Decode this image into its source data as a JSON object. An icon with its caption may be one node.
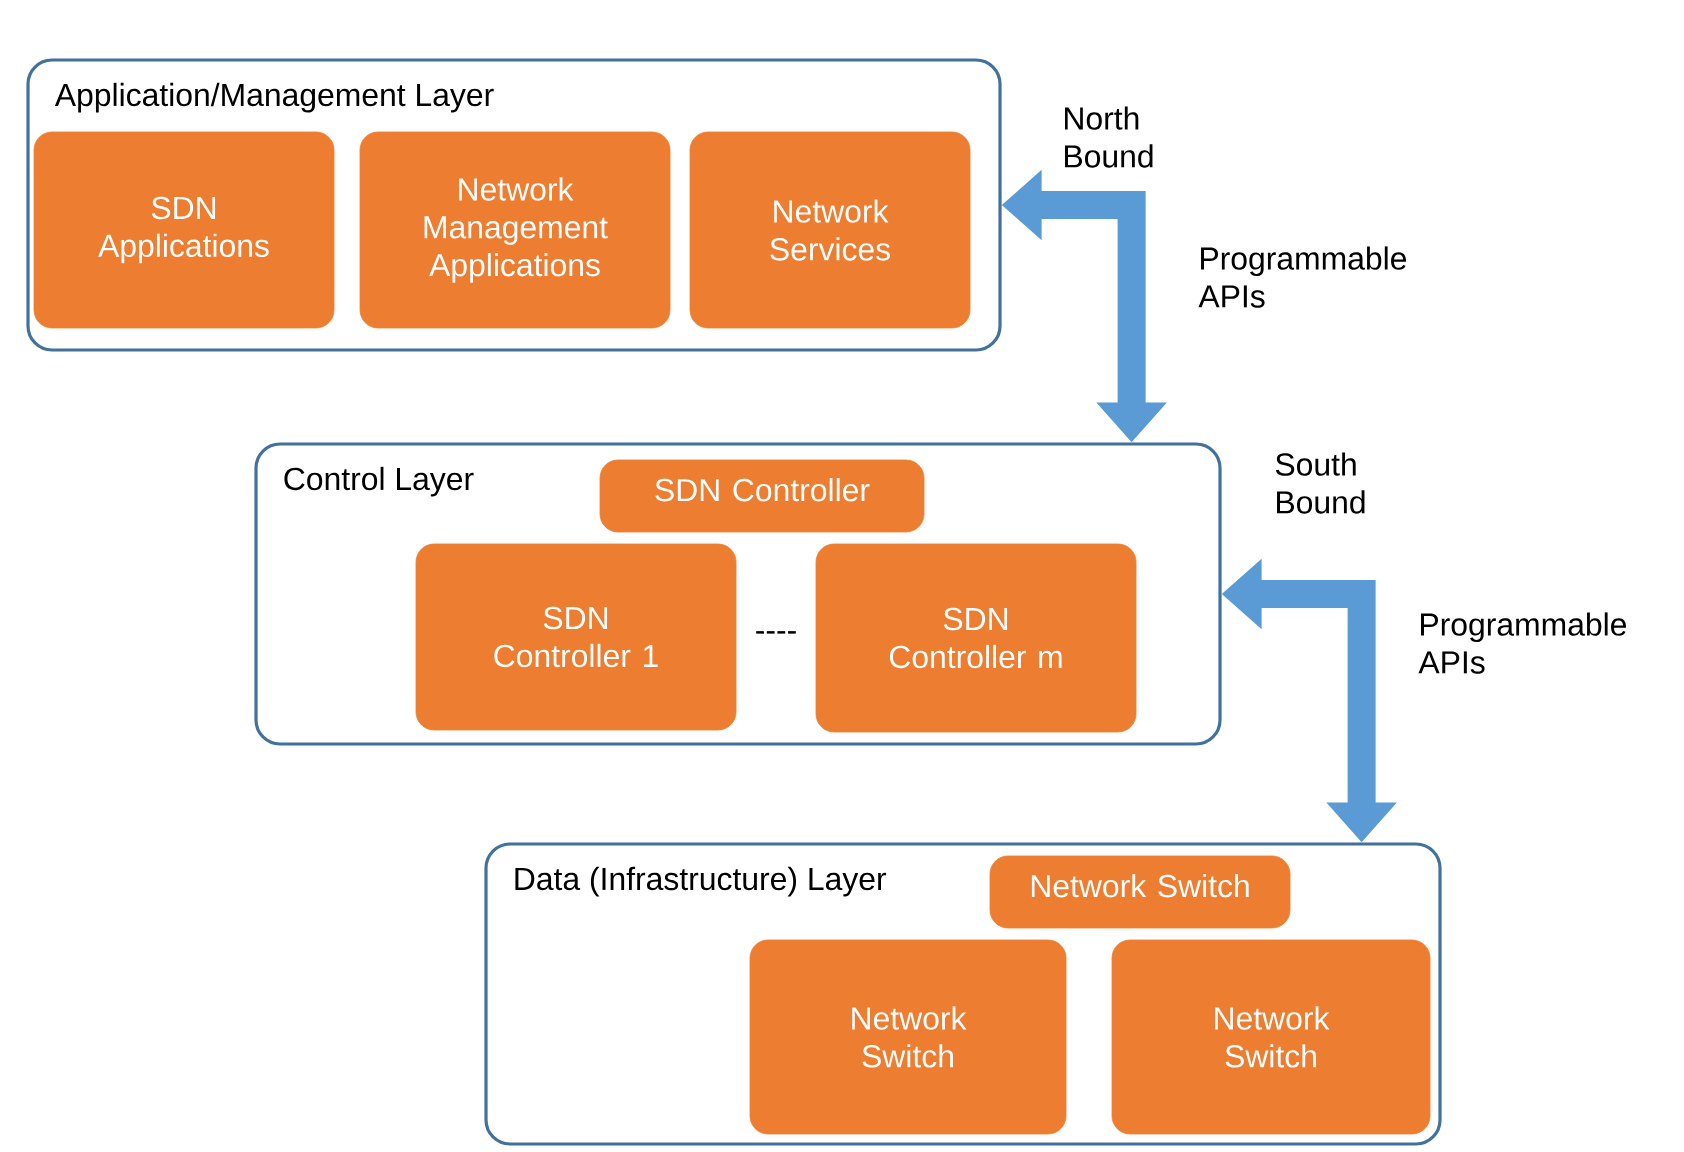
{
  "diagram": {
    "nodes": [
      {
        "text": [
          "Application/Management Layer"
        ]
      },
      {
        "text": [
          "SDN Applications"
        ],
        "in": 0
      },
      {
        "text": [
          "Network Management Applications"
        ],
        "in": 0
      },
      {
        "text": [
          "Network Services"
        ],
        "in": 0
      },
      {
        "text": [
          "Control Layer"
        ]
      },
      {
        "text": [
          "SDN Controller"
        ],
        "in": 4
      },
      {
        "text": [
          "SDN Controller 1"
        ],
        "in": 4
      },
      {
        "text": [
          "SDN Controller m"
        ],
        "in": 4
      },
      {
        "text": [
          "Data (Infrastructure) Layer"
        ]
      },
      {
        "text": [
          "Network Switch"
        ],
        "in": 8
      },
      {
        "text": [
          "Network Switch"
        ],
        "in": 8
      },
      {
        "text": [
          "Network Switch"
        ],
        "in": 8
      }
    ],
    "edges": [
      {
        "from": 0,
        "to": 4,
        "arrow": "both",
        "label": "North Bound"
      },
      {
        "from": 4,
        "to": 8,
        "arrow": "both",
        "label": "South Bound"
      }
    ],
    "labels": [
      "Programmable APIs",
      "----",
      "Programmable APIs"
    ]
  }
}
